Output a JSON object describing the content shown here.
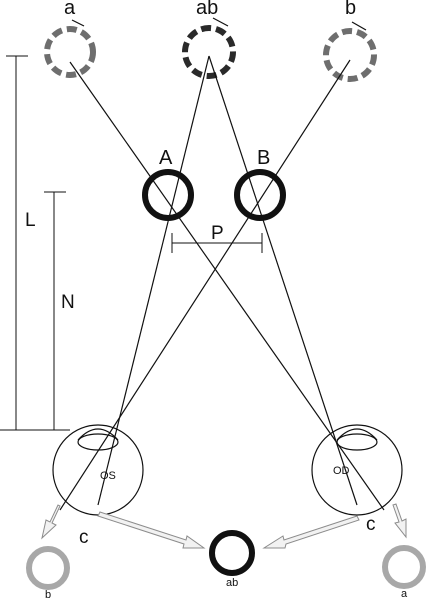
{
  "labels": {
    "a_top": "a",
    "ab_top": "ab",
    "b_top": "b",
    "A": "A",
    "B": "B",
    "P": "P",
    "L": "L",
    "N": "N",
    "OS": "OS",
    "OD": "OD",
    "c_left": "c",
    "c_right": "c",
    "b_bottom": "b",
    "a_bottom": "a",
    "ab_bottom": "ab"
  },
  "colors": {
    "line": "#111111",
    "dashed_outer": "#6e6e6e",
    "dashed_dark": "#2a2a2a",
    "ring_gray": "#a8a8a8",
    "ring_black": "#111111",
    "arrow_fill": "#f2f2f2",
    "arrow_stroke": "#8c8c8c"
  }
}
